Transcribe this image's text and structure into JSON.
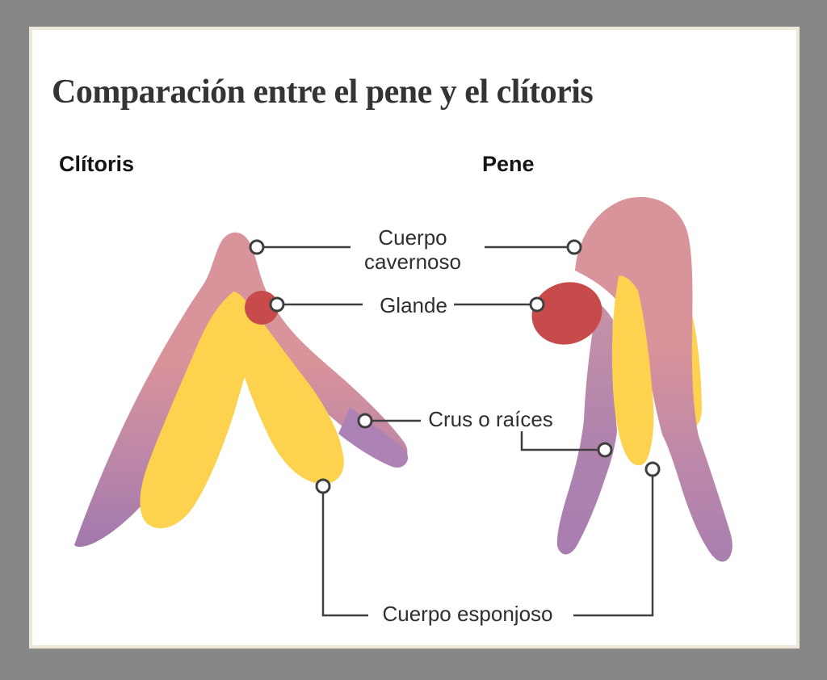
{
  "title": "Comparación entre el pene y el clítoris",
  "figures": {
    "clitoris": {
      "label": "Clítoris"
    },
    "pene": {
      "label": "Pene"
    }
  },
  "annotations": {
    "cuerpo_cavernoso": {
      "label": "Cuerpo cavernoso"
    },
    "glande": {
      "label": "Glande"
    },
    "crus": {
      "label": "Crus o raíces"
    },
    "cuerpo_esponjoso": {
      "label": "Cuerpo esponjoso"
    }
  },
  "colors": {
    "frame_background": "#878787",
    "panel_background": "#ffffff",
    "panel_border": "#ece9d9",
    "corpus_cavernosum_pink": "#d8939b",
    "glans_red": "#c74b4b",
    "spongiosum_yellow": "#fcd24e",
    "crus_purple": "#a87eb0",
    "crus_purple_light": "#ad82b4",
    "callout_line": "#3f3f3f",
    "label_text": "#2f2f2f",
    "title_text": "#343434"
  }
}
